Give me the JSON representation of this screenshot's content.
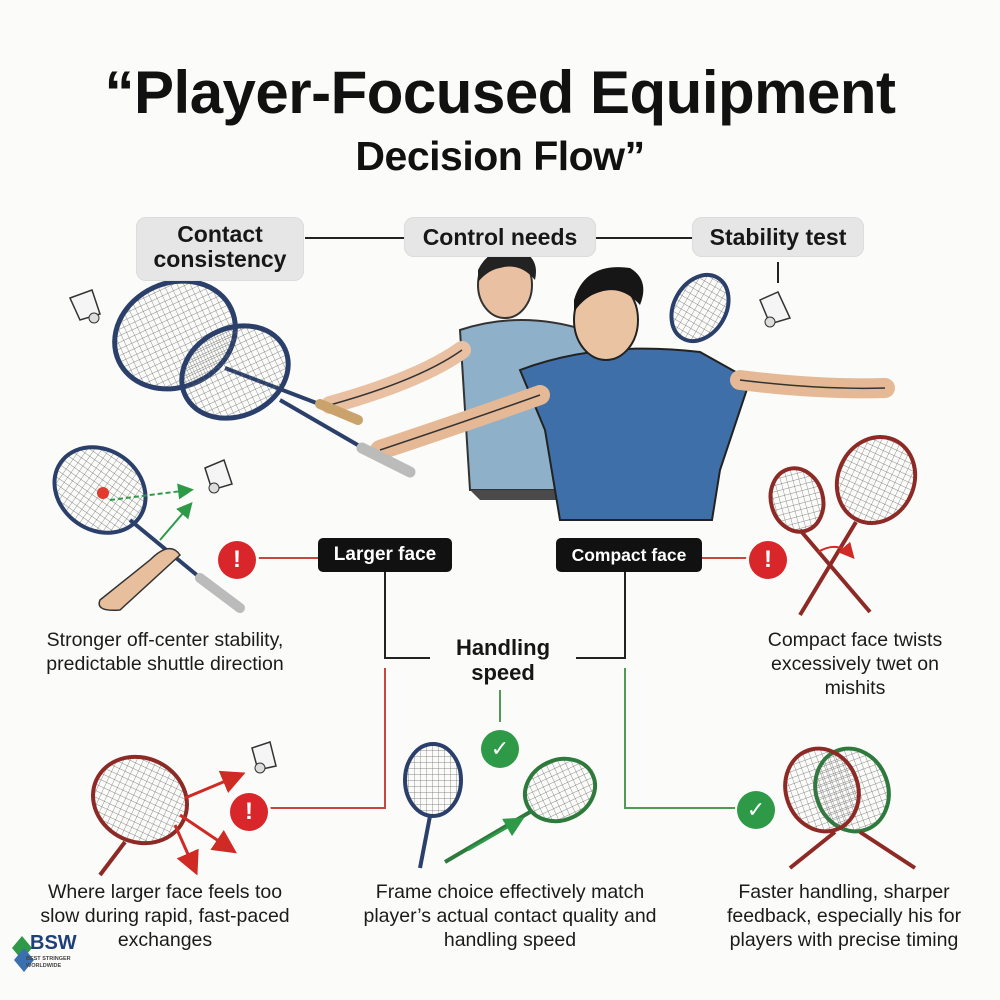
{
  "title": {
    "line1": "“Player-Focused Equipment",
    "line2": "Decision Flow”"
  },
  "top_factors": {
    "contact": "Contact consistency",
    "control": "Control needs",
    "stability": "Stability test"
  },
  "branches": {
    "larger": "Larger face",
    "compact": "Compact face",
    "handling": "Handling speed"
  },
  "outcomes": {
    "larger_stability": "Stronger off-center stability, predictable shuttle direction",
    "compact_twist": "Compact face twists excessively twet on mishits",
    "larger_slow": "Where larger face feels too slow during rapid, fast-paced exchanges",
    "frame_choice": "Frame choice effectively match player’s actual contact quality and handling speed",
    "compact_faster": "Faster handling, sharper feedback, especially his for players with precise timing"
  },
  "markers": {
    "alert_symbol": "!",
    "ok_symbol": "✓"
  },
  "logo": {
    "name": "BSW",
    "tagline": "BEST STRINGER WORLDWIDE"
  },
  "colors": {
    "alert": "#d8262a",
    "ok": "#2e9a48",
    "connector_red": "#c8463f",
    "connector_green": "#4f9a55",
    "racket_blue": "#2b3f6b",
    "racket_red": "#8e2a25",
    "racket_green": "#2e7a3c",
    "shirt_front": "#3e6fa8",
    "shirt_back": "#8fb0c9"
  }
}
